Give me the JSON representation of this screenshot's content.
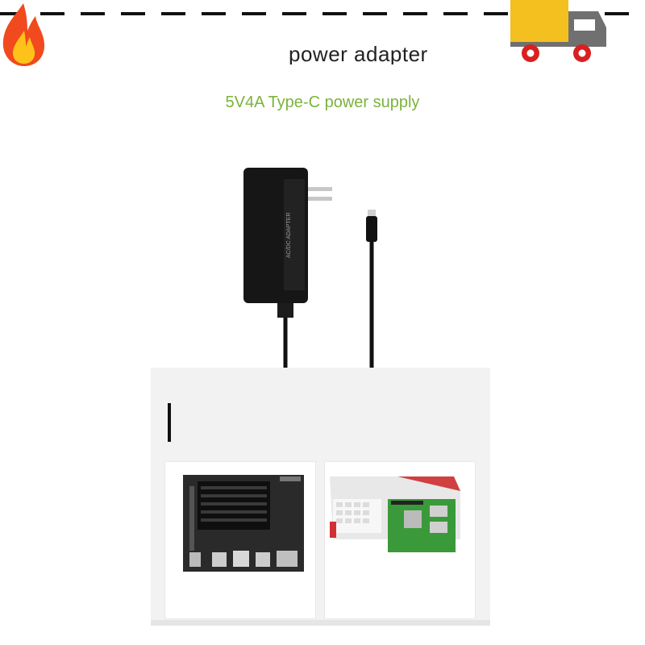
{
  "heading": "power adapter",
  "subtitle": "5V4A Type-C power supply",
  "adapter_label": "AC/DC ADAPTER",
  "icons": {
    "left": "fire-icon",
    "right": "truck-icon",
    "colors": {
      "fire_outer": "#f04a1e",
      "fire_inner": "#ffc21a",
      "truck_body": "#f3c020",
      "truck_cab": "#707070",
      "truck_wheel": "#d92020"
    }
  },
  "colors": {
    "subtitle": "#7ab33a",
    "panel_bg": "#f2f2f2"
  },
  "images": {
    "product": "power-adapter-photo",
    "board_left": "dev-board-photo",
    "board_right": "raspberry-pi-kit-photo"
  }
}
